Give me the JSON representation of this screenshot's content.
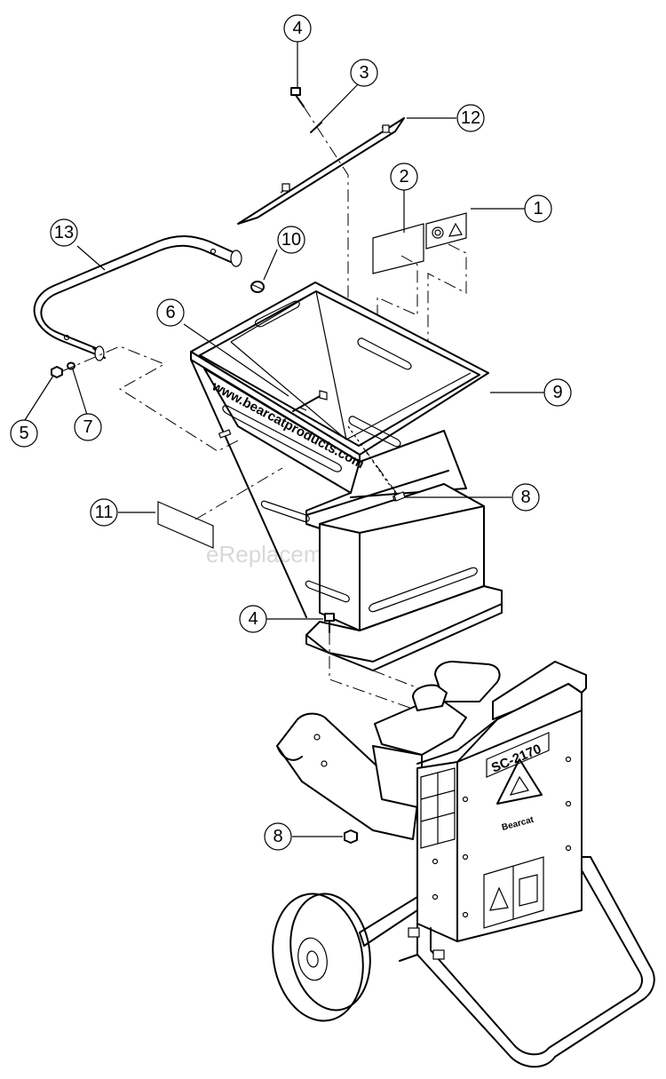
{
  "watermark": "eReplacementParts.com",
  "hopper_url": "www.bearcatproducts.com",
  "model_label": "SC-2170",
  "callouts": [
    {
      "label": "1"
    },
    {
      "label": "2"
    },
    {
      "label": "3"
    },
    {
      "label": "4"
    },
    {
      "label": "4"
    },
    {
      "label": "5"
    },
    {
      "label": "6"
    },
    {
      "label": "7"
    },
    {
      "label": "8"
    },
    {
      "label": "8"
    },
    {
      "label": "9"
    },
    {
      "label": "10"
    },
    {
      "label": "11"
    },
    {
      "label": "12"
    },
    {
      "label": "13"
    }
  ]
}
